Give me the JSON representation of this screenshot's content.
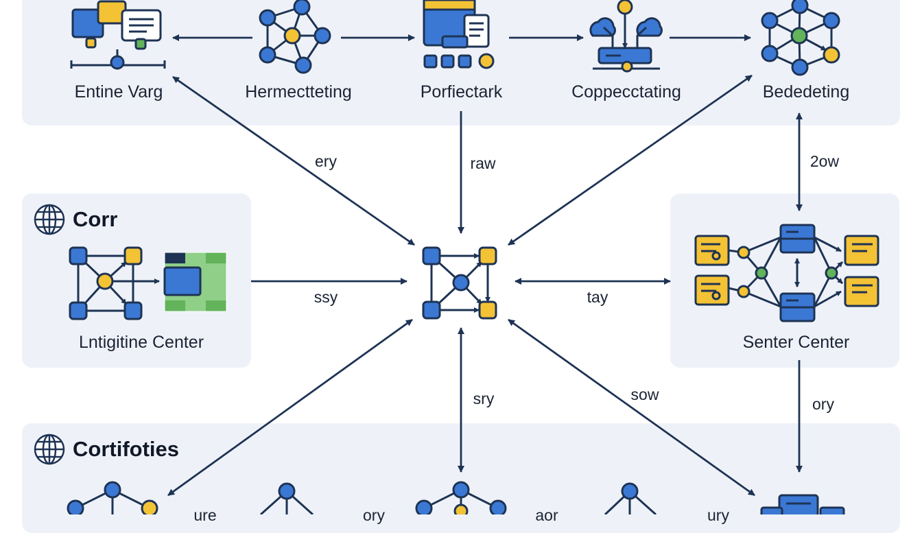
{
  "top_nodes": [
    {
      "label": "Entine Varg",
      "icon": "chat-windows-icon"
    },
    {
      "label": "Hermectteting",
      "icon": "network-nodes-icon"
    },
    {
      "label": "Porfiectark",
      "icon": "dashboard-window-icon"
    },
    {
      "label": "Coppecctating",
      "icon": "cloud-server-icon"
    },
    {
      "label": "Bededeting",
      "icon": "hub-network-icon"
    }
  ],
  "left_panel": {
    "heading": "Corr",
    "label": "Lntigitine Center",
    "icon": "globe-icon"
  },
  "right_panel": {
    "label": "Senter Center",
    "icon": "server-routing-icon"
  },
  "bottom_panel": {
    "heading": "Cortifoties",
    "icon": "globe-icon",
    "partial_labels": [
      "ure",
      "ory",
      "aor",
      "ury"
    ]
  },
  "connectors": {
    "c1": "ery",
    "c2": "raw",
    "c3": "2ow",
    "c4": "ssy",
    "c5": "tay",
    "c6": "sry",
    "c7": "sow",
    "c8": "ory"
  },
  "colors": {
    "blue": "#3b78d4",
    "yellow": "#f3c235",
    "green": "#62b35a",
    "navy": "#1e3354",
    "panel": "#eef2f8"
  }
}
